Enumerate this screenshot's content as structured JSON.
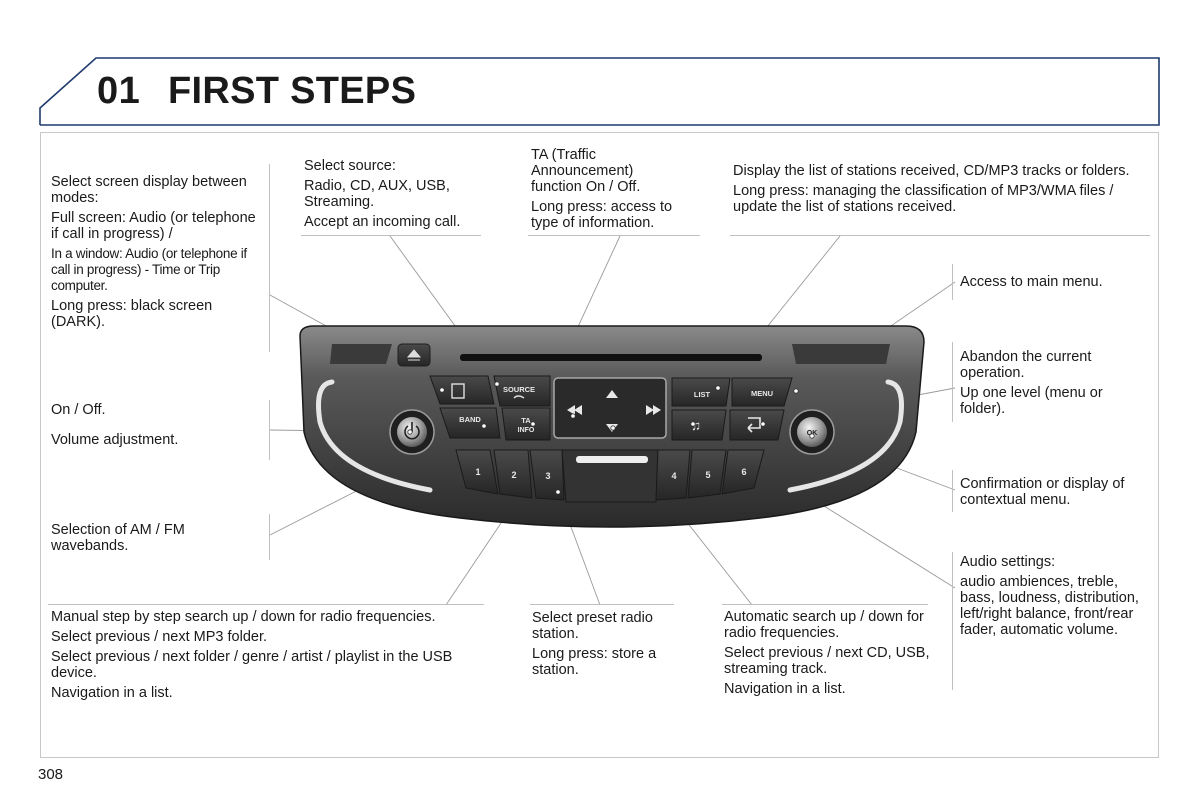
{
  "header": {
    "number": "01",
    "title": "FIRST STEPS"
  },
  "page_number": "308",
  "callouts": {
    "screen_display": [
      "Select screen display between modes:",
      "Full screen: Audio (or telephone if call in progress) /",
      "In a window: Audio (or telephone if call in progress) - Time or Trip computer.",
      "Long press: black screen (DARK)."
    ],
    "source": [
      "Select source:",
      "Radio, CD, AUX, USB, Streaming.",
      "Accept an incoming call."
    ],
    "ta": [
      "TA (Traffic Announcement) function On / Off.",
      "Long press: access to type of information."
    ],
    "list": [
      "Display the list of stations received, CD/MP3 tracks or folders.",
      "Long press: managing the classification of MP3/WMA files / update the list of stations received."
    ],
    "menu": [
      "Access to main menu."
    ],
    "back": [
      "Abandon the current operation.",
      "Up one level (menu or folder)."
    ],
    "onoff": [
      "On / Off."
    ],
    "volume": [
      "Volume adjustment."
    ],
    "ok": [
      "Confirmation or display of contextual menu."
    ],
    "band": [
      "Selection of AM / FM wavebands."
    ],
    "audio": [
      "Audio settings:",
      "audio ambiences, treble, bass, loudness, distribution, left/right balance, front/rear fader, automatic volume."
    ],
    "manual": [
      "Manual step by step search up / down for radio frequencies.",
      "Select previous / next MP3 folder.",
      "Select previous / next folder / genre / artist / playlist in the USB device.",
      "Navigation in a list."
    ],
    "preset": [
      "Select preset radio station.",
      "Long press: store a station."
    ],
    "auto": [
      "Automatic search up / down for radio frequencies.",
      "Select previous / next CD, USB, streaming track.",
      "Navigation in a list."
    ]
  },
  "panel": {
    "source_label": "SOURCE",
    "band_label": "BAND",
    "ta_label": "TA",
    "info_label": "INFO",
    "list_label": "LIST",
    "menu_label": "MENU",
    "ok_label": "OK",
    "presets": [
      "1",
      "2",
      "3",
      "4",
      "5",
      "6"
    ],
    "icons": [
      "eject-icon",
      "screen-mode-icon",
      "power-icon",
      "phone-icon",
      "arrow-up-icon",
      "arrow-down-icon",
      "seek-back-icon",
      "seek-forward-icon",
      "music-note-icon",
      "back-arrow-icon"
    ],
    "colors": {
      "panel_dark": "#2e2e2e",
      "panel_mid": "#6a6a6a",
      "button": "#3a3a3a",
      "chrome": "#e6e6e6",
      "header_border": "#1f3a6e"
    }
  }
}
